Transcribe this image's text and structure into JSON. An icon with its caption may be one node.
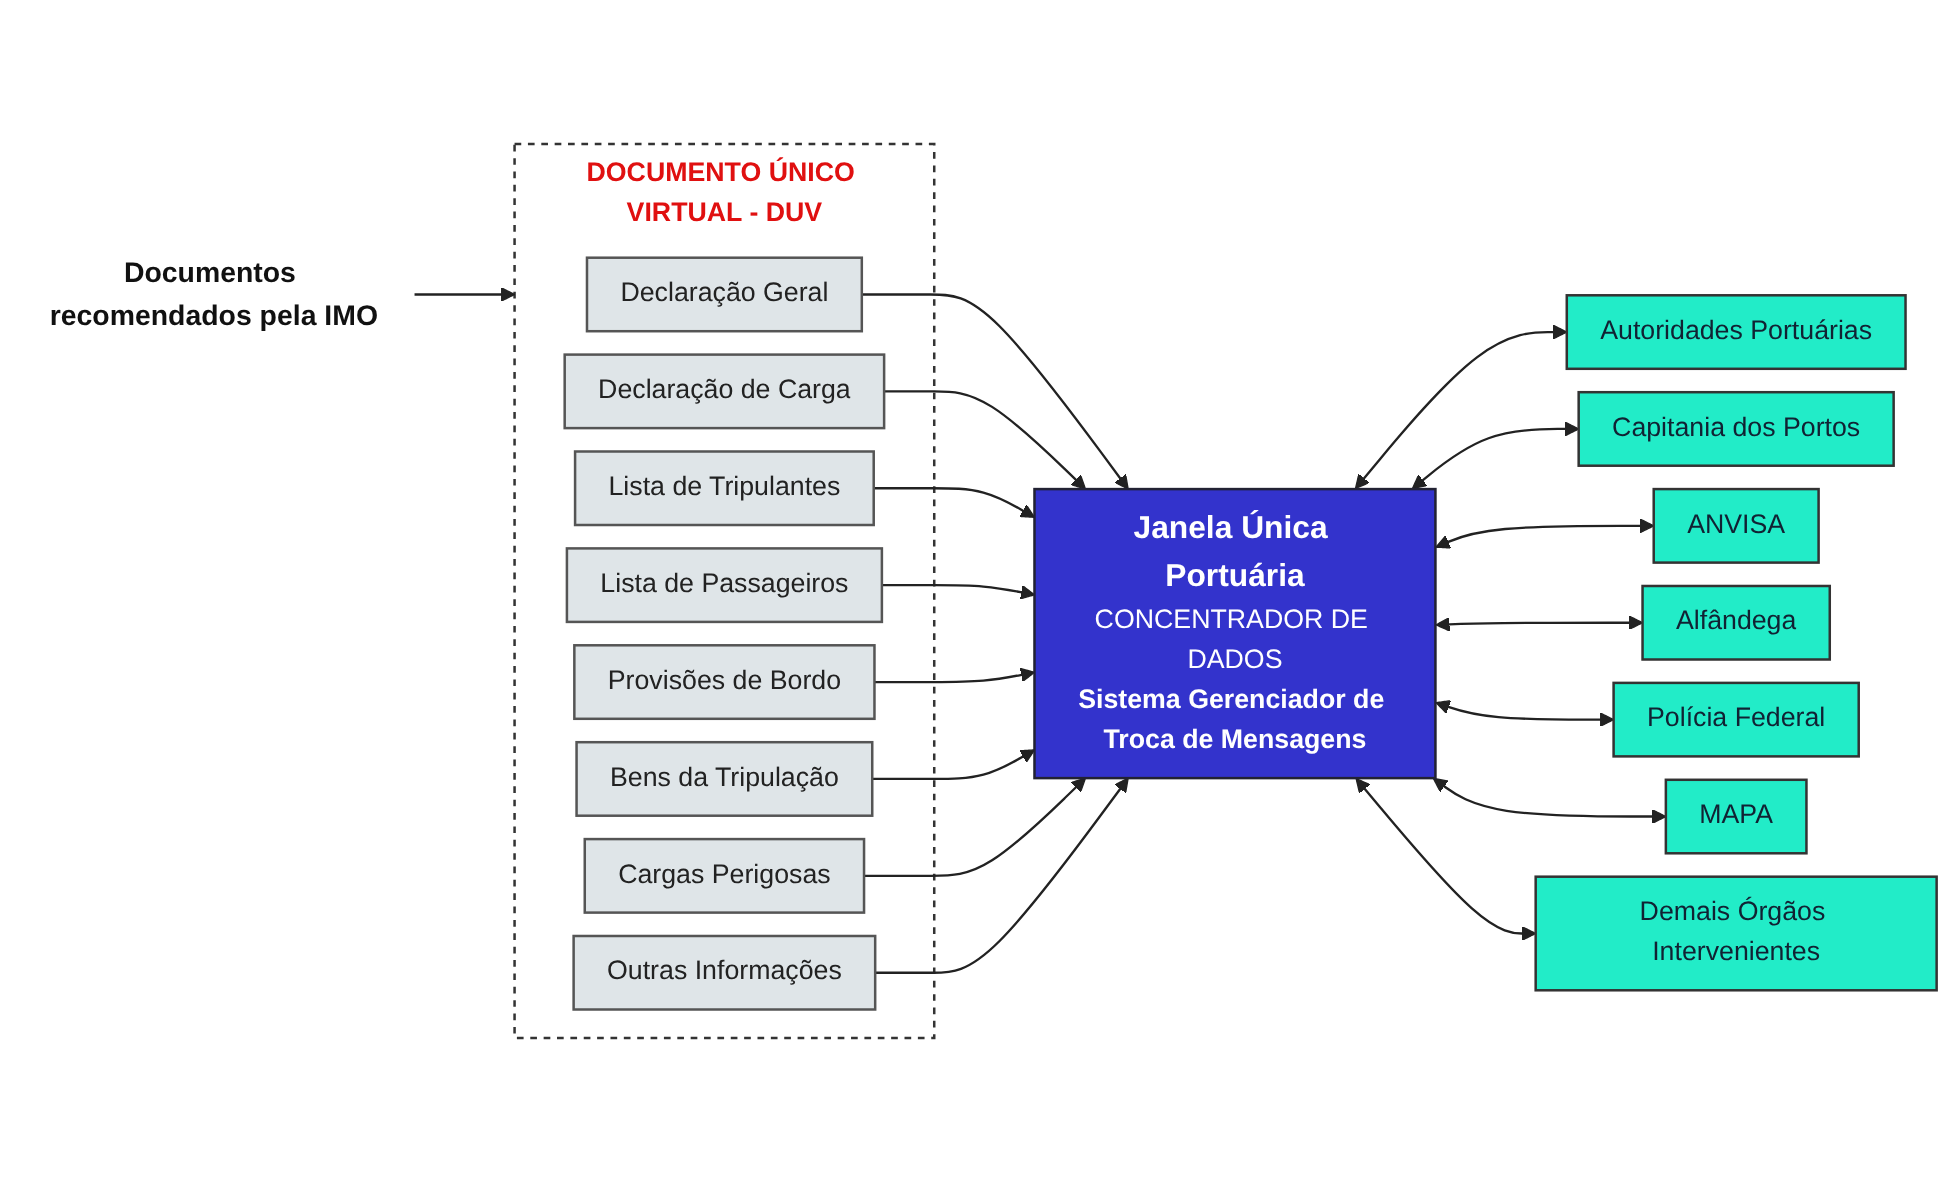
{
  "diagram": {
    "nodes": [
      {
        "text": [
          "DOCUMENTO ÚNICO VIRTUAL - DUV"
        ]
      },
      {
        "text": [
          "Declaração Geral"
        ],
        "in": 0
      },
      {
        "text": [
          "Declaração de Carga"
        ],
        "in": 0
      },
      {
        "text": [
          "Lista de Tripulantes"
        ],
        "in": 0
      },
      {
        "text": [
          "Lista de Passageiros"
        ],
        "in": 0
      },
      {
        "text": [
          "Provisões de Bordo"
        ],
        "in": 0
      },
      {
        "text": [
          "Bens da Tripulação"
        ],
        "in": 0
      },
      {
        "text": [
          "Cargas Perigosas"
        ],
        "in": 0
      },
      {
        "text": [
          "Outras Informações"
        ],
        "in": 0
      },
      {
        "text": [
          "Documentos recomendados pela IMO"
        ]
      },
      {
        "text": [
          "Janela Única Portuária",
          "CONCENTRADOR DE DADOS",
          "Sistema Gerenciador de Troca de Mensagens"
        ]
      },
      {
        "text": [
          "Autoridades Portuárias"
        ]
      },
      {
        "text": [
          "Capitania dos Portos"
        ]
      },
      {
        "text": [
          "ANVISA"
        ]
      },
      {
        "text": [
          "Alfândega"
        ]
      },
      {
        "text": [
          "Polícia Federal"
        ]
      },
      {
        "text": [
          "MAPA"
        ]
      },
      {
        "text": [
          "Demais Órgãos Intervenientes"
        ]
      }
    ],
    "edges": [
      {
        "from": 9,
        "to": 0,
        "arrow": "to"
      },
      {
        "from": 1,
        "to": 10,
        "arrow": "to"
      },
      {
        "from": 2,
        "to": 10,
        "arrow": "to"
      },
      {
        "from": 3,
        "to": 10,
        "arrow": "to"
      },
      {
        "from": 4,
        "to": 10,
        "arrow": "to"
      },
      {
        "from": 5,
        "to": 10,
        "arrow": "to"
      },
      {
        "from": 6,
        "to": 10,
        "arrow": "to"
      },
      {
        "from": 7,
        "to": 10,
        "arrow": "to"
      },
      {
        "from": 8,
        "to": 10,
        "arrow": "to"
      },
      {
        "from": 10,
        "to": 11,
        "arrow": "both"
      },
      {
        "from": 10,
        "to": 12,
        "arrow": "both"
      },
      {
        "from": 10,
        "to": 13,
        "arrow": "both"
      },
      {
        "from": 10,
        "to": 14,
        "arrow": "both"
      },
      {
        "from": 10,
        "to": 15,
        "arrow": "both"
      },
      {
        "from": 10,
        "to": 16,
        "arrow": "both"
      },
      {
        "from": 10,
        "to": 17,
        "arrow": "both"
      }
    ]
  }
}
